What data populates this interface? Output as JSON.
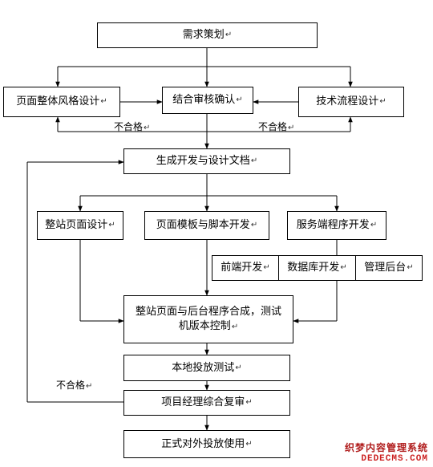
{
  "paragraph_mark": "↵",
  "nodes": {
    "demand_planning": "需求策划",
    "page_style_design": "页面整体风格设计",
    "combined_review": "结合审核确认",
    "tech_flow_design": "技术流程设计",
    "dev_design_docs": "生成开发与设计文档",
    "site_page_design": "整站页面设计",
    "template_script_dev": "页面模板与脚本开发",
    "server_program_dev": "服务端程序开发",
    "frontend_dev": "前端开发",
    "database_dev": "数据库开发",
    "admin_backend": "管理后台",
    "integration": "整站页面与后台程序合成，测试机版本控制",
    "local_test": "本地投放测试",
    "pm_review": "项目经理综合复审",
    "official_release": "正式对外投放使用"
  },
  "labels": {
    "fail_left": "不合格",
    "fail_right": "不合格",
    "fail_loop": "不合格"
  },
  "watermark": {
    "cn": "织梦内容管理系统",
    "en": "DEDECMS.COM"
  }
}
